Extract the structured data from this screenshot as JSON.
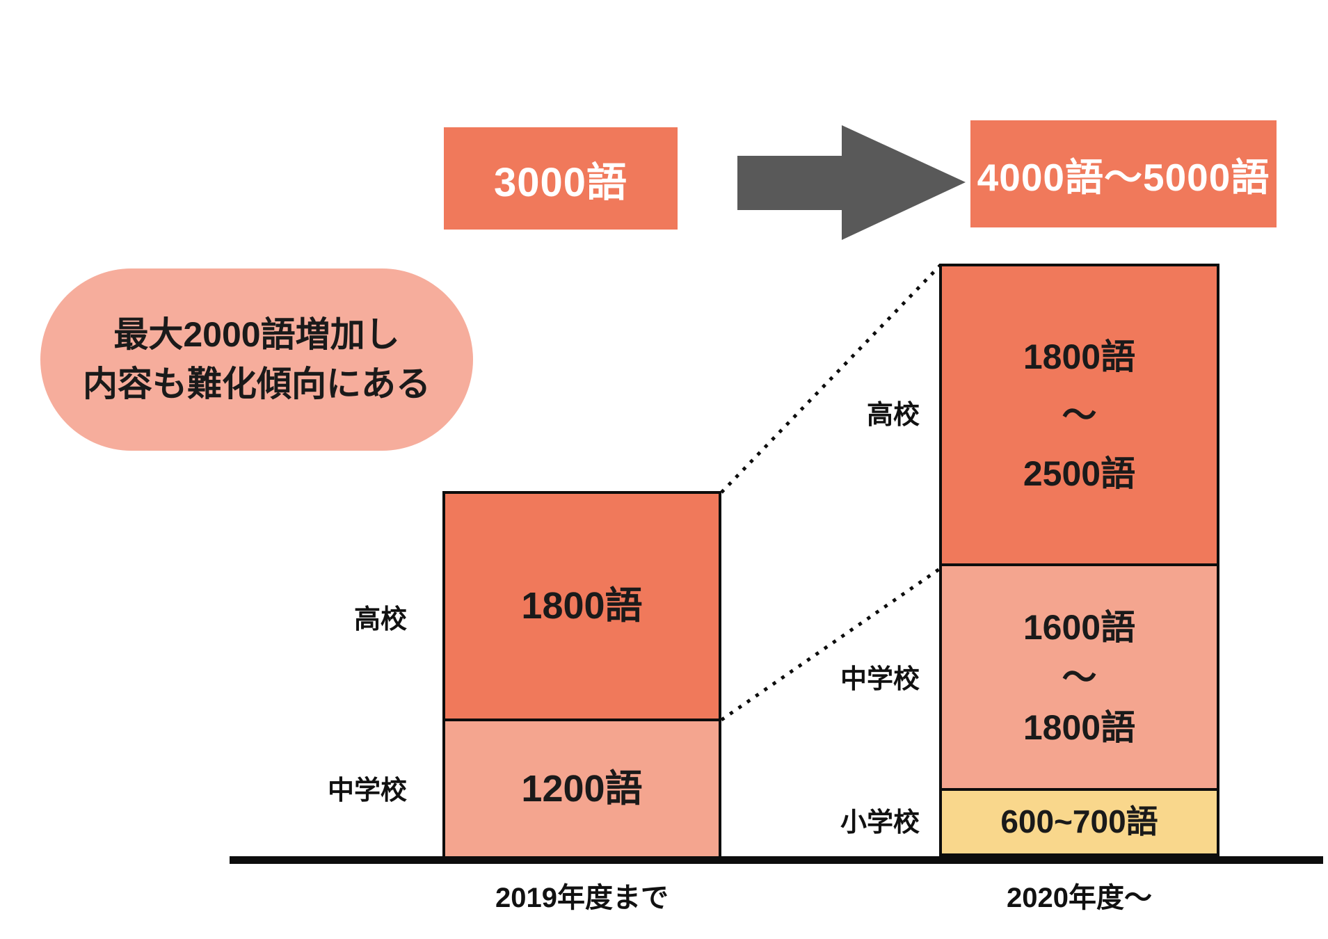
{
  "colors": {
    "orange": "#F0795B",
    "salmon": "#F4A58F",
    "yellow": "#F9D78C",
    "bubble_pink": "#F6AD9C",
    "arrow_gray": "#595959",
    "line_black": "#0d0d0d"
  },
  "flow": {
    "before_label": "3000語",
    "after_label": "4000語〜5000語"
  },
  "callout": {
    "line1": "最大2000語増加し",
    "line2": "内容も難化傾向にある"
  },
  "bars": {
    "left": {
      "axis_label": "2019年度まで",
      "segments": {
        "koukou": {
          "label": "高校",
          "value": "1800語"
        },
        "chuugaku": {
          "label": "中学校",
          "value": "1200語"
        }
      }
    },
    "right": {
      "axis_label": "2020年度〜",
      "segments": {
        "koukou": {
          "label": "高校",
          "line1": "1800語",
          "tilde": "～",
          "line2": "2500語"
        },
        "chuugaku": {
          "label": "中学校",
          "line1": "1600語",
          "tilde": "～",
          "line2": "1800語"
        },
        "shougaku": {
          "label": "小学校",
          "value": "600~700語"
        }
      }
    }
  },
  "chart_data": {
    "type": "bar",
    "subtype": "stacked comparison (pictorial, no numeric axis)",
    "title": "",
    "categories": [
      "2019年度まで",
      "2020年度〜"
    ],
    "series": [
      {
        "name": "高校",
        "min": [
          1800,
          1800
        ],
        "max": [
          1800,
          2500
        ],
        "value_labels": [
          "1800語",
          "1800語～2500語"
        ],
        "color": "#F0795B"
      },
      {
        "name": "中学校",
        "min": [
          1200,
          1600
        ],
        "max": [
          1200,
          1800
        ],
        "value_labels": [
          "1200語",
          "1600語～1800語"
        ],
        "color": "#F4A58F"
      },
      {
        "name": "小学校",
        "min": [
          0,
          600
        ],
        "max": [
          0,
          700
        ],
        "value_labels": [
          "",
          "600~700語"
        ],
        "color": "#F9D78C"
      }
    ],
    "totals": {
      "2019年度まで": "3000語",
      "2020年度〜": "4000語〜5000語"
    },
    "annotation": "最大2000語増加し 内容も難化傾向にある",
    "unit": "語",
    "legend_position": "none",
    "grid": false,
    "connectors": "dotted lines link segment tops of left bar to right bar"
  }
}
